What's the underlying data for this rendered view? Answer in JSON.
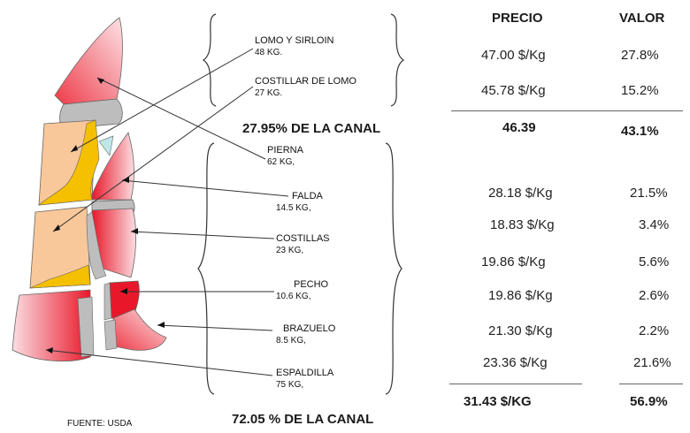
{
  "headers": {
    "precio": "PRECIO",
    "valor": "VALOR"
  },
  "colors": {
    "red": "#e8182a",
    "pink": "#f7d4d8",
    "peach": "#f9c89a",
    "yellow": "#f5c000",
    "gray": "#bdbdbd",
    "cyan": "#bfe7ea"
  },
  "upper_cuts": [
    {
      "name": "LOMO Y SIRLOIN",
      "weight": "48 KG.",
      "precio": "47.00 $/Kg",
      "valor": "27.8%"
    },
    {
      "name": "COSTILLAR DE LOMO",
      "weight": "27 KG.",
      "precio": "45.78 $/Kg",
      "valor": "15.2%"
    }
  ],
  "upper_total": {
    "canal": "27.95% DE LA CANAL",
    "precio": "46.39",
    "valor": "43.1%"
  },
  "lower_cuts": [
    {
      "name": "PIERNA",
      "weight": "62 KG,",
      "precio": "",
      "valor": ""
    },
    {
      "name": "FALDA",
      "weight": "14.5 KG,",
      "precio": "28.18 $/Kg",
      "valor": "21.5%"
    },
    {
      "name": "COSTILLAS",
      "weight": "23 KG,",
      "precio": "18.83 $/Kg",
      "valor": "3.4%"
    },
    {
      "name": "PECHO",
      "weight": "10.6 KG,",
      "precio": "19.86 $/Kg",
      "valor": "5.6%"
    },
    {
      "name": "BRAZUELO",
      "weight": "8.5 KG,",
      "precio": "19.86 $/Kg",
      "valor": "2.6%"
    },
    {
      "name": "ESPALDILLA",
      "weight": "75 KG,",
      "precio": "21.30 $/Kg",
      "valor": "2.2%"
    }
  ],
  "lower_extra": {
    "precio": "23.36 $/Kg",
    "valor": "21.6%"
  },
  "lower_total": {
    "canal": "72.05 % DE LA CANAL",
    "precio": "31.43 $/KG",
    "valor": "56.9%"
  },
  "source": "FUENTE: USDA"
}
